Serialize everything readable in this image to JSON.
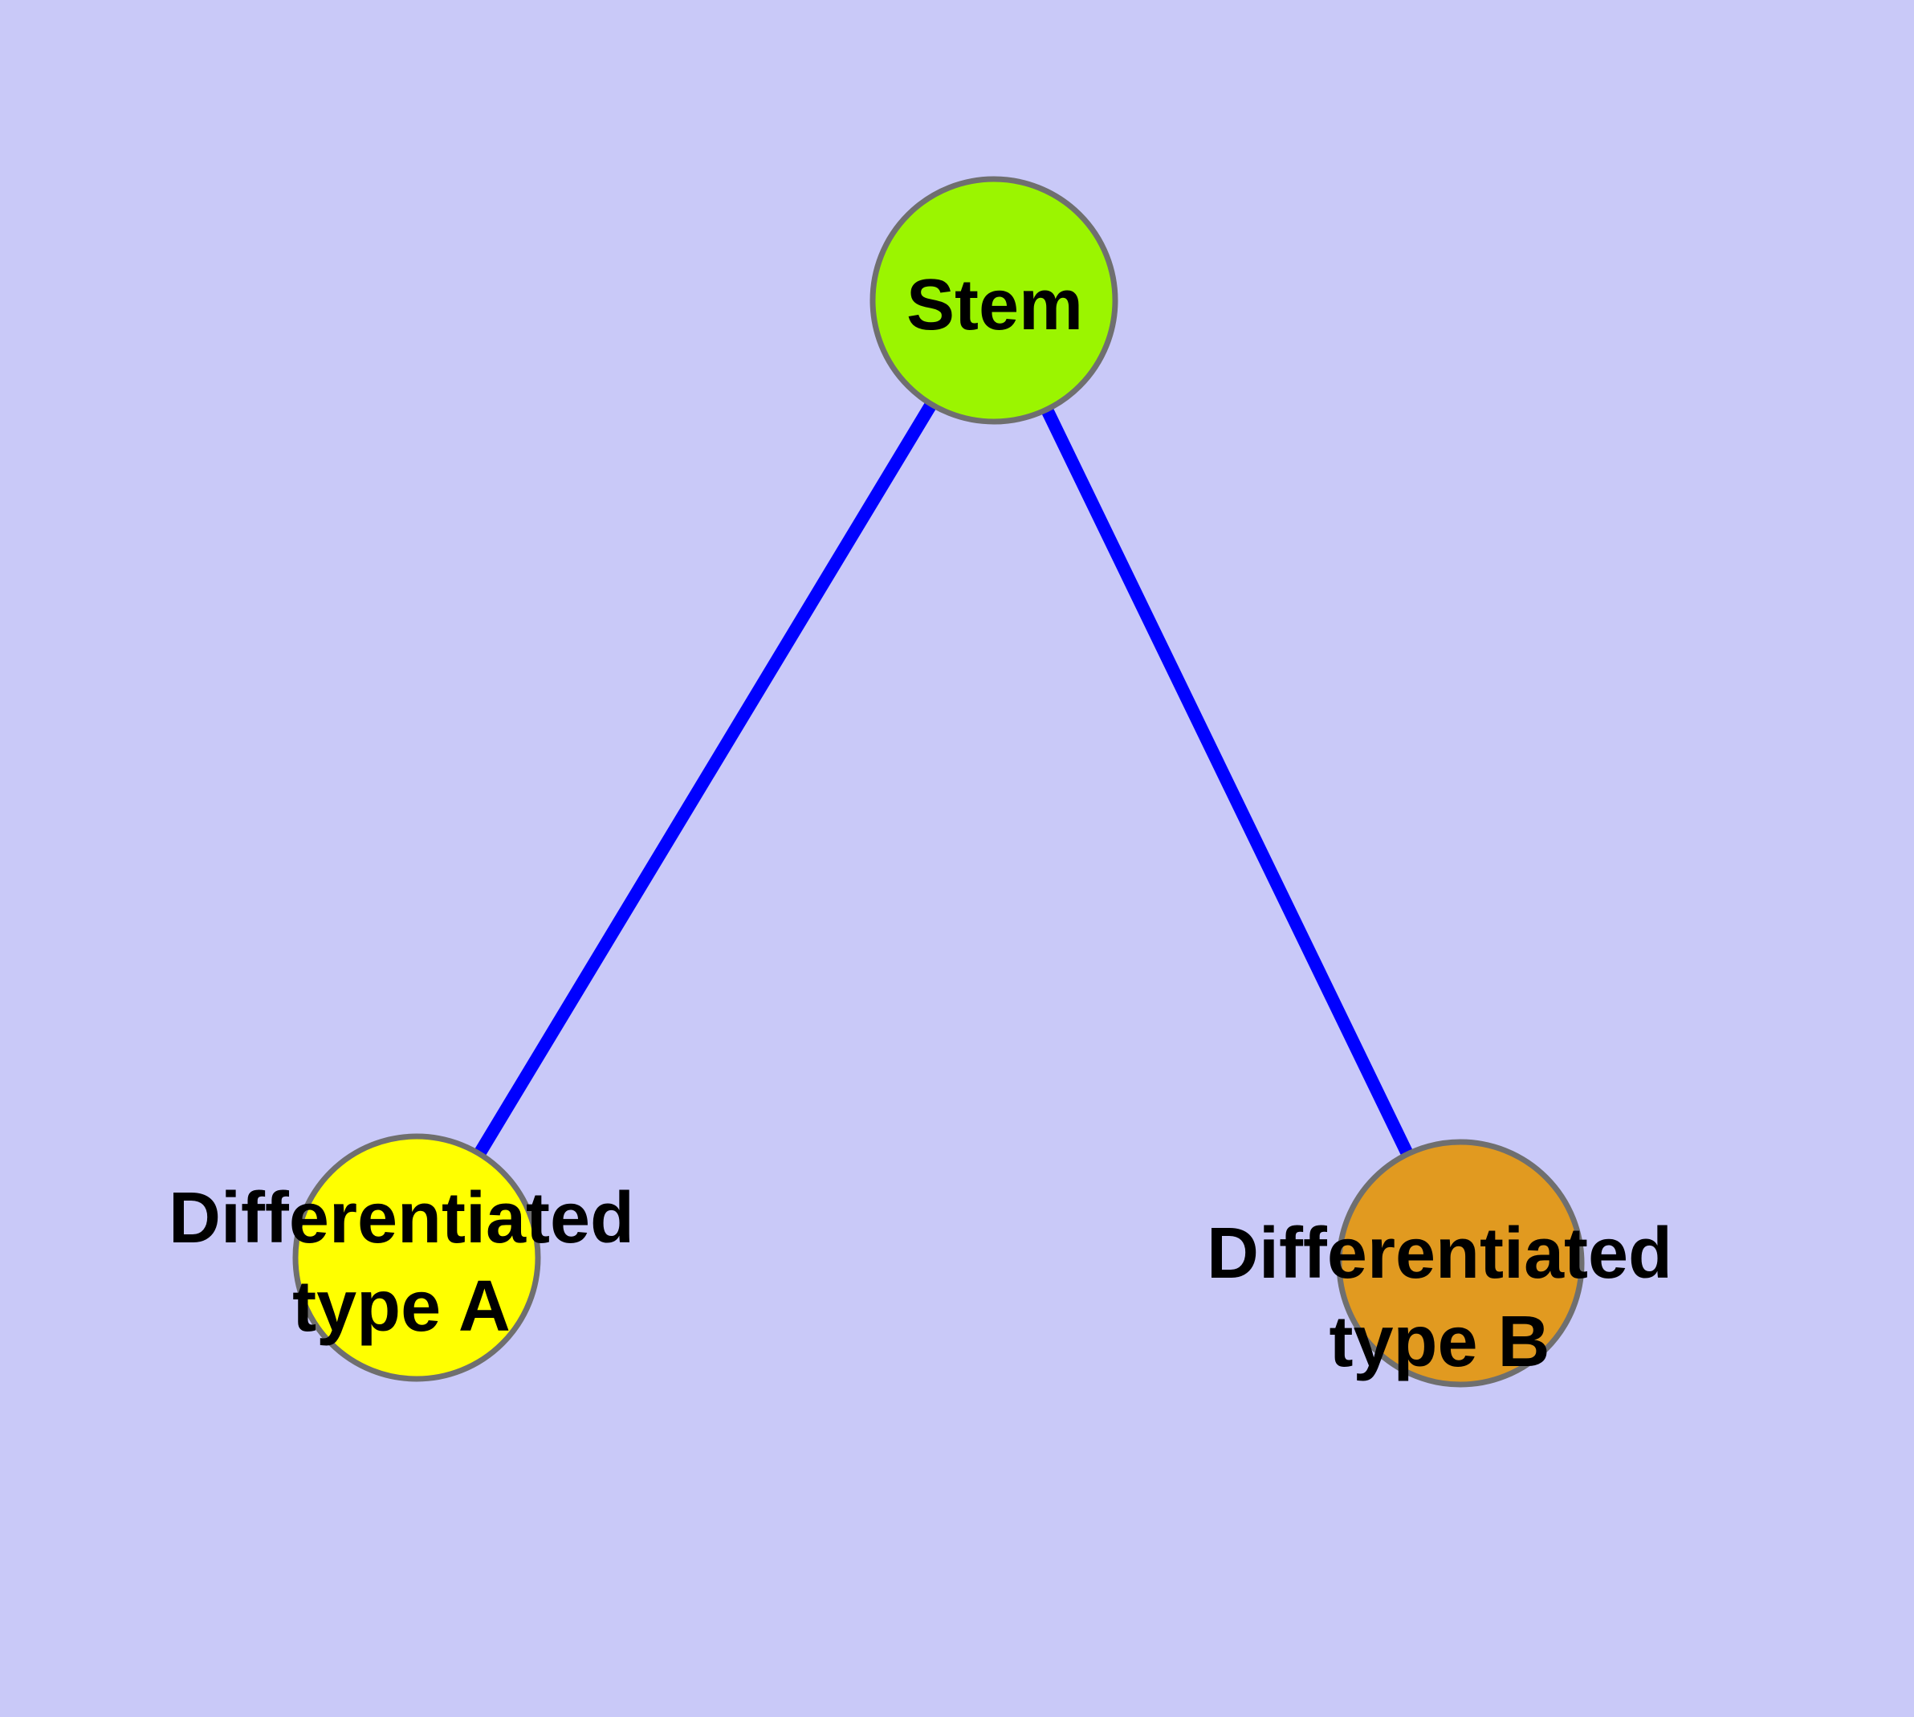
{
  "canvas": {
    "background": "#C9C9F8"
  },
  "graph": {
    "kind": "undirected-tree",
    "nodes": [
      {
        "id": "stem",
        "label": "Stem",
        "label_lines": [
          "Stem"
        ],
        "fill_color": "#9BF500",
        "border_color": "#6F6F6F"
      },
      {
        "id": "differentiated-type-a",
        "label": "Differentiated type A",
        "label_lines": [
          "Differentiated",
          "type A"
        ],
        "fill_color": "#FFFF00",
        "border_color": "#6F6F6F"
      },
      {
        "id": "differentiated-type-b",
        "label": "Differentiated type B",
        "label_lines": [
          "Differentiated",
          "type B"
        ],
        "fill_color": "#E19A20",
        "border_color": "#6F6F6F"
      }
    ],
    "edges": [
      {
        "from": "stem",
        "to": "differentiated-type-a",
        "color": "#0000FF"
      },
      {
        "from": "stem",
        "to": "differentiated-type-b",
        "color": "#0000FF"
      }
    ],
    "label_color": "#000000"
  }
}
